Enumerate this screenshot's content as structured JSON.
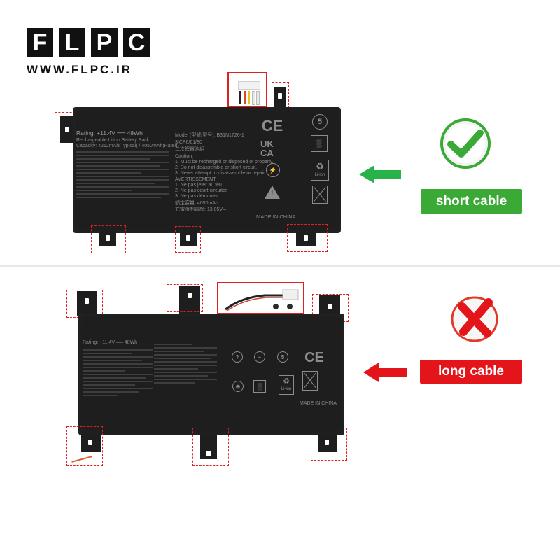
{
  "logo": {
    "letters": [
      "F",
      "L",
      "P",
      "C"
    ],
    "url": "WWW.FLPC.IR"
  },
  "top_battery": {
    "rating": "Rating: +11.4V ══ 48Wh",
    "pack": "Rechargeable Li-ion Battery Pack",
    "capacity": "Capacity: 4212mAh(Typical) / 4050mAh(Rated)",
    "model": "Model (型號/型号): B31N1726-1",
    "cells": "3ICP6/61/80",
    "zh": "二次鋰電池組",
    "caution": "Caution:",
    "c1": "1. Must be recharged or disposed of properly.",
    "c2": "2. Do not disassemble or short circuit.",
    "c3": "3. Never attempt to disassemble or repair.",
    "avert": "AVERTISSEMENT",
    "a1": "1. Ne pas jeter au feu.",
    "a2": "2. Ne pas court-circuiter.",
    "a3": "3. Ne pas démonter.",
    "rated": "額定容量: 4050mAh",
    "voltage": "充電限制電壓: 13.05V═",
    "made": "MADE IN CHINA",
    "ce": "CE",
    "ukca_1": "UK",
    "ukca_2": "CA",
    "liion": "Li-ion"
  },
  "bottom_battery": {
    "rating": "Rating: +11.4V ══ 48Wh",
    "made": "MADE IN CHINA",
    "ce": "CE",
    "liion": "Li-ion"
  },
  "short_badge": "short cable",
  "long_badge": "long cable",
  "colors": {
    "accent_red": "#e02020",
    "green": "#3aa935",
    "red_badge": "#e4141b",
    "green_arrow": "#27b24a"
  },
  "icons": [
    "check-icon",
    "cross-icon",
    "arrow-left-icon",
    "ce-mark",
    "recycle-icon",
    "weee-bin-icon"
  ]
}
